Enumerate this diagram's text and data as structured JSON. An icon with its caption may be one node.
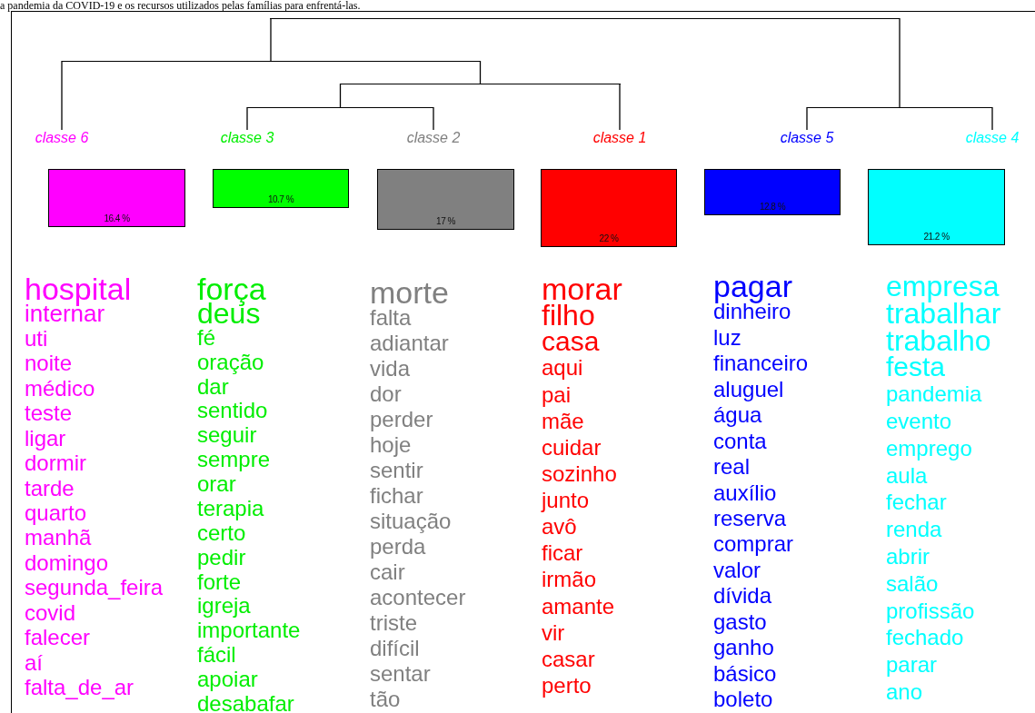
{
  "diagram": {
    "caption": "a pandemia da COVID-19 e os recursos utilizados pelas famílias para enfrentá-las.",
    "nodes": [
      {
        "text": [
          "classe 6",
          "16.4 %"
        ],
        "beside": [
          "hospital",
          "internar",
          "uti",
          "noite",
          "médico",
          "teste",
          "ligar",
          "dormir",
          "tarde",
          "quarto",
          "manhã",
          "domingo",
          "segunda_feira",
          "covid",
          "falecer",
          "aí",
          "falta_de_ar"
        ]
      },
      {
        "text": [
          "classe 3",
          "10.7 %"
        ],
        "beside": [
          "força",
          "deus",
          "fé",
          "oração",
          "dar",
          "sentido",
          "seguir",
          "sempre",
          "orar",
          "terapia",
          "certo",
          "pedir",
          "forte",
          "igreja",
          "importante",
          "fácil",
          "apoiar",
          "desabafar"
        ]
      },
      {
        "text": [
          "classe 2",
          "17 %"
        ],
        "beside": [
          "morte",
          "falta",
          "adiantar",
          "vida",
          "dor",
          "perder",
          "hoje",
          "sentir",
          "fichar",
          "situação",
          "perda",
          "cair",
          "acontecer",
          "triste",
          "difícil",
          "sentar",
          "tão"
        ]
      },
      {
        "text": [
          "classe 1",
          "22 %"
        ],
        "beside": [
          "morar",
          "filho",
          "casa",
          "aqui",
          "pai",
          "mãe",
          "cuidar",
          "sozinho",
          "junto",
          "avô",
          "ficar",
          "irmão",
          "amante",
          "vir",
          "casar",
          "perto"
        ]
      },
      {
        "text": [
          "classe 5",
          "12.8 %"
        ],
        "beside": [
          "pagar",
          "dinheiro",
          "luz",
          "financeiro",
          "aluguel",
          "água",
          "conta",
          "real",
          "auxílio",
          "reserva",
          "comprar",
          "valor",
          "dívida",
          "gasto",
          "ganho",
          "básico",
          "boleto"
        ]
      },
      {
        "text": [
          "classe 4",
          "21.2 %"
        ],
        "beside": [
          "empresa",
          "trabalhar",
          "trabalho",
          "festa",
          "pandemia",
          "evento",
          "emprego",
          "aula",
          "fechar",
          "renda",
          "abrir",
          "salão",
          "profissão",
          "fechado",
          "parar",
          "ano"
        ]
      },
      {
        "text": [],
        "shape": "bar"
      },
      {
        "text": [],
        "shape": "bar"
      },
      {
        "text": [],
        "shape": "bar"
      },
      {
        "text": [],
        "shape": "bar"
      },
      {
        "text": [],
        "shape": "bar"
      }
    ],
    "edges": [
      {
        "from": 6,
        "to": 7,
        "arrow": "none"
      },
      {
        "from": 6,
        "to": 10,
        "arrow": "none"
      },
      {
        "from": 7,
        "to": 0,
        "arrow": "none"
      },
      {
        "from": 7,
        "to": 8,
        "arrow": "none"
      },
      {
        "from": 8,
        "to": 9,
        "arrow": "none"
      },
      {
        "from": 8,
        "to": 3,
        "arrow": "none"
      },
      {
        "from": 9,
        "to": 1,
        "arrow": "none"
      },
      {
        "from": 9,
        "to": 2,
        "arrow": "none"
      },
      {
        "from": 10,
        "to": 4,
        "arrow": "none"
      },
      {
        "from": 10,
        "to": 5,
        "arrow": "none"
      }
    ]
  }
}
